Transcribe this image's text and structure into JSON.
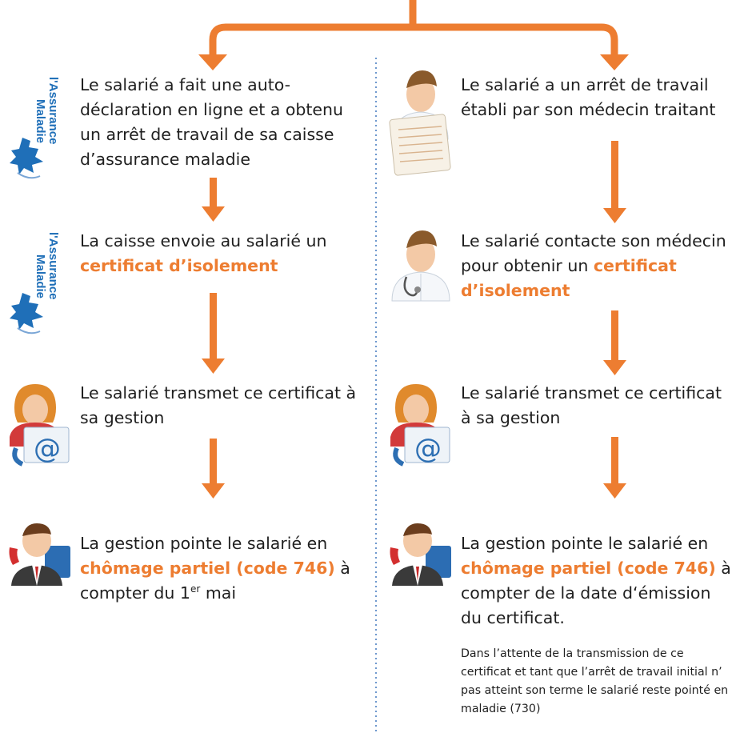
{
  "colors": {
    "accent": "#ed7d31",
    "text": "#1f1f1f",
    "divider": "#4a7fc1"
  },
  "left": {
    "step1": "Le salarié a fait une auto-déclaration en ligne et a obtenu un arrêt de travail de sa caisse d’assurance maladie",
    "step2_pre": "La caisse envoie au salarié un ",
    "step2_hl": "certificat d’isolement",
    "step3": "Le salarié transmet ce certificat à sa gestion",
    "step4_pre": "La gestion pointe le salarié en ",
    "step4_hl": "chômage partiel (code 746)",
    "step4_mid": " à compter du 1",
    "step4_sup": "er",
    "step4_post": " mai"
  },
  "right": {
    "step1": "Le salarié a un arrêt de travail établi par son médecin traitant",
    "step2_pre": "Le salarié contacte son médecin pour obtenir un ",
    "step2_hl": "certificat d’isolement",
    "step3": "Le salarié transmet ce certificat à sa gestion",
    "step4_pre": "La gestion pointe le salarié en ",
    "step4_hl": "chômage partiel (code 746)",
    "step4_post": " à compter de la date d‘émission du certificat.",
    "note": "Dans l’attente de la transmission de ce certificat et tant que l’arrêt de travail initial n’ pas atteint son terme le salarié reste pointé en maladie (730)"
  },
  "logos": {
    "assurance_maladie_line1": "l'Assurance",
    "assurance_maladie_line2": "Maladie"
  },
  "icons": {
    "logo": "assurance-maladie-logo",
    "doctor": "doctor-icon",
    "doctor_form": "medical-form-icon",
    "email": "email-user-icon",
    "phone": "phone-operator-icon"
  }
}
